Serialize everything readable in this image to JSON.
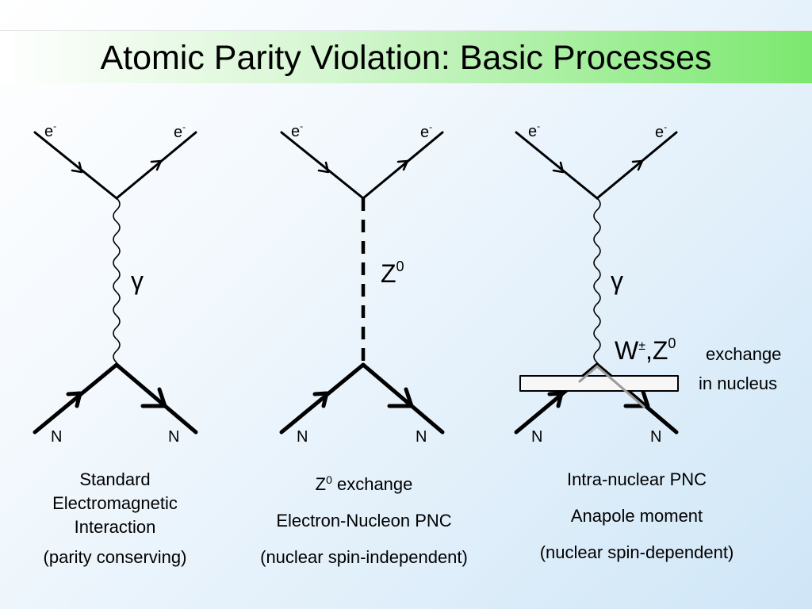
{
  "title": "Atomic Parity Violation: Basic Processes",
  "particles": {
    "electron": "e",
    "electron_charge": "-",
    "nucleon": "N",
    "photon": "γ",
    "z": "Z",
    "z_sup": "0",
    "w": "W",
    "w_sup": "±",
    "comma_z": ",Z",
    "exchange_line1": "exchange",
    "exchange_line2": "in nucleus"
  },
  "captions": {
    "left": {
      "line1": "Standard",
      "line2": "Electromagnetic",
      "line3": "Interaction",
      "line4": "(parity conserving)"
    },
    "middle": {
      "line1_prefix": "Z",
      "line1_sup": "0",
      "line1_suffix": " exchange",
      "line2": "Electron-Nucleon PNC",
      "line3": "(nuclear spin-independent)"
    },
    "right": {
      "line1": "Intra-nuclear PNC",
      "line2": "Anapole moment",
      "line3": "(nuclear spin-dependent)"
    }
  },
  "colors": {
    "title_gradient_end": "#7be86f",
    "anapole_box_fill": "#f7f7f7",
    "nucleus_lines": "#9a9a9a"
  }
}
